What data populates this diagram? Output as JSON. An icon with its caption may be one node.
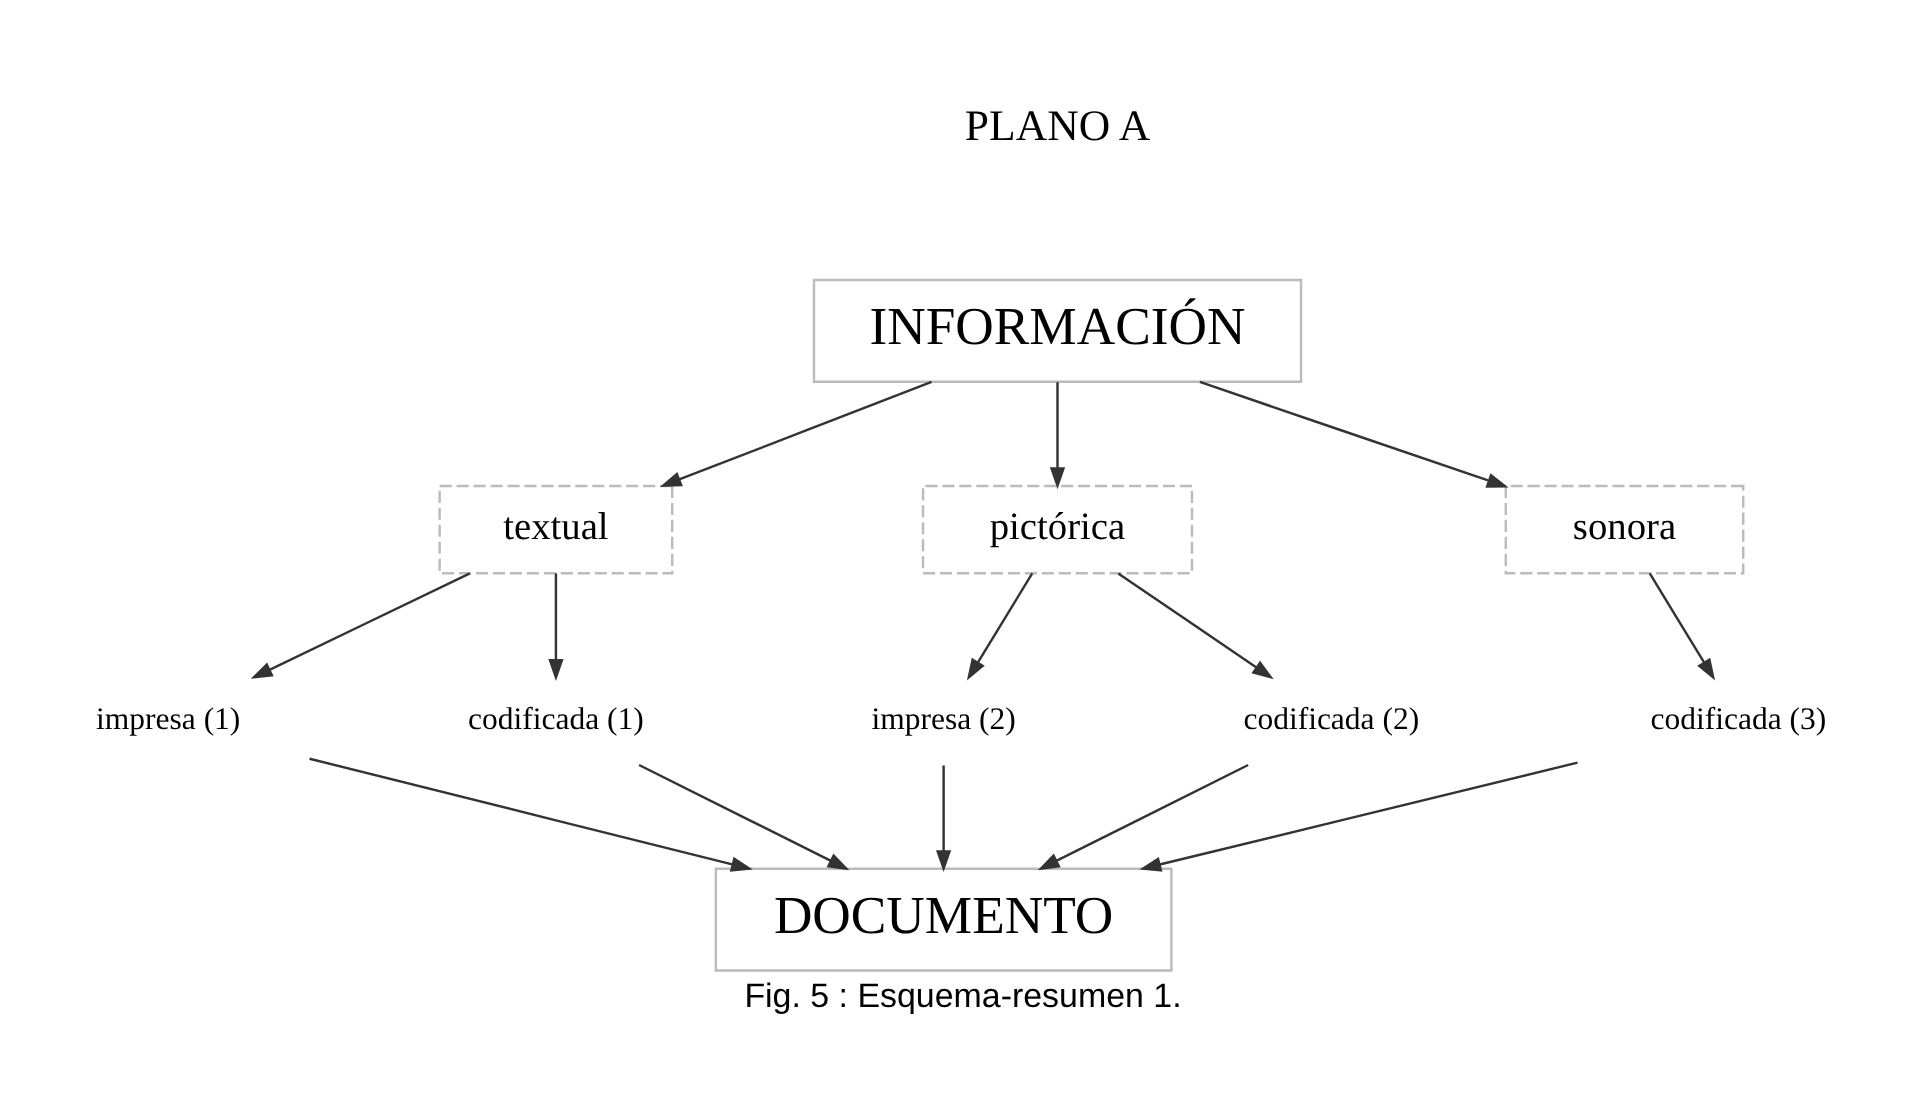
{
  "diagram": {
    "title": "PLANO A",
    "caption": "Fig. 5 : Esquema-resumen 1.",
    "nodes": [
      {
        "text": [
          "INFORMACIÓN"
        ]
      },
      {
        "text": [
          "textual"
        ]
      },
      {
        "text": [
          "pictórica"
        ]
      },
      {
        "text": [
          "sonora"
        ]
      },
      {
        "text": [
          "impresa (1)"
        ]
      },
      {
        "text": [
          "codificada (1)"
        ]
      },
      {
        "text": [
          "impresa (2)"
        ]
      },
      {
        "text": [
          "codificada (2)"
        ]
      },
      {
        "text": [
          "codificada (3)"
        ]
      },
      {
        "text": [
          "DOCUMENTO"
        ]
      }
    ],
    "edges": [
      {
        "from": 0,
        "to": 1,
        "arrow": "to"
      },
      {
        "from": 0,
        "to": 2,
        "arrow": "to"
      },
      {
        "from": 0,
        "to": 3,
        "arrow": "to"
      },
      {
        "from": 1,
        "to": 4,
        "arrow": "to"
      },
      {
        "from": 1,
        "to": 5,
        "arrow": "to"
      },
      {
        "from": 2,
        "to": 6,
        "arrow": "to"
      },
      {
        "from": 2,
        "to": 7,
        "arrow": "to"
      },
      {
        "from": 3,
        "to": 8,
        "arrow": "to"
      },
      {
        "from": 4,
        "to": 9,
        "arrow": "to"
      },
      {
        "from": 5,
        "to": 9,
        "arrow": "to"
      },
      {
        "from": 6,
        "to": 9,
        "arrow": "to"
      },
      {
        "from": 7,
        "to": 9,
        "arrow": "to"
      },
      {
        "from": 8,
        "to": 9,
        "arrow": "to"
      }
    ]
  }
}
